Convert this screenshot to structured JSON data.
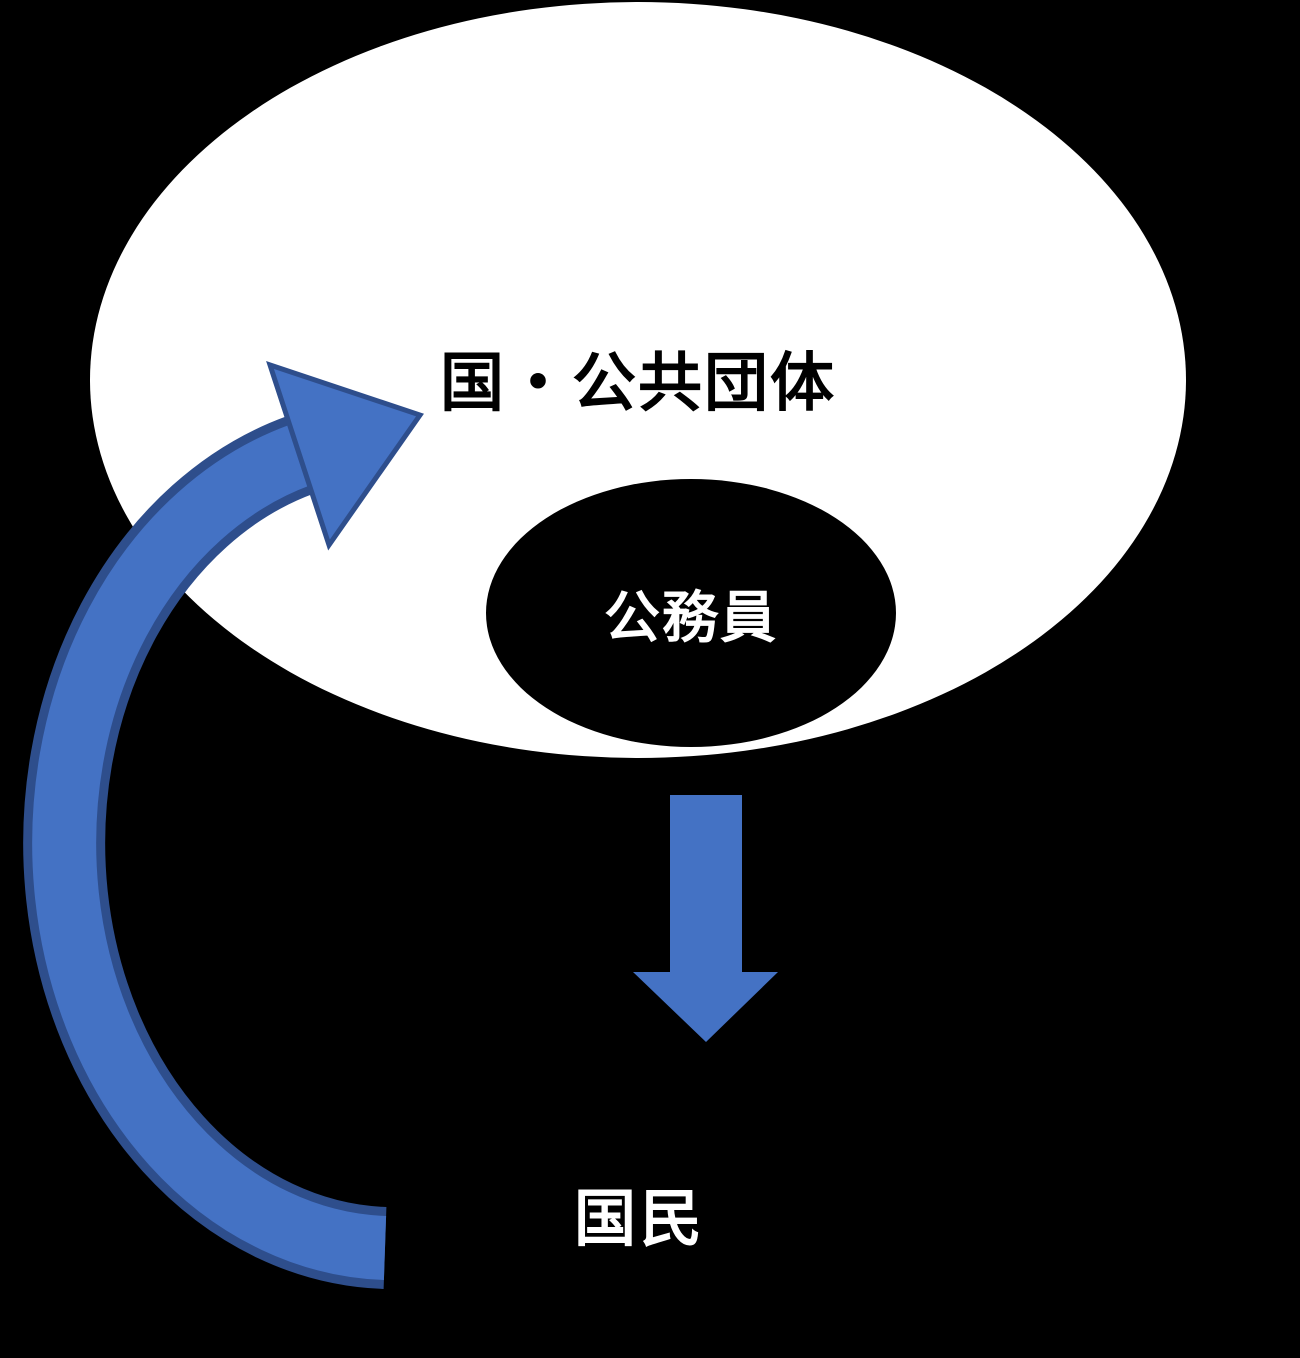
{
  "diagram": {
    "outer_ellipse_label": "国・公共団体",
    "inner_ellipse_label": "公務員",
    "bottom_label": "国民",
    "colors": {
      "background": "#000000",
      "outer_ellipse_fill": "#ffffff",
      "inner_ellipse_fill": "#000000",
      "arrow_fill": "#4472C4",
      "arrow_shade": "#2E4E8C"
    },
    "relations": {
      "down_arrow": "公務員 → 国民",
      "curved_arrow": "国民 → 国・公共団体"
    }
  }
}
